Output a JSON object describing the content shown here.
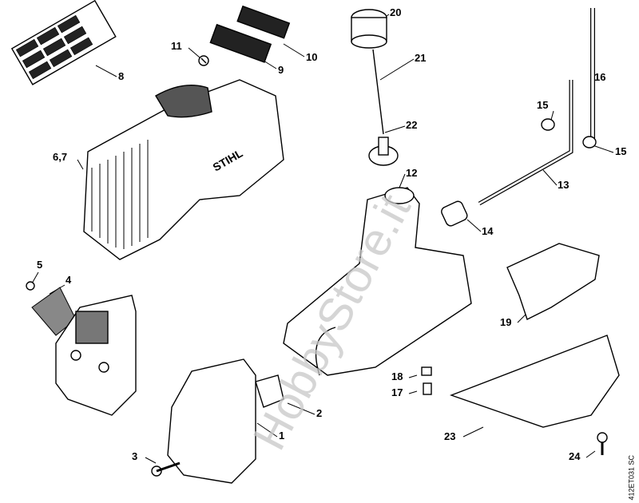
{
  "diagram": {
    "parts": [
      {
        "id": "p20",
        "label": "20"
      },
      {
        "id": "p10",
        "label": "10"
      },
      {
        "id": "p21",
        "label": "21"
      },
      {
        "id": "p11",
        "label": "11"
      },
      {
        "id": "p9",
        "label": "9"
      },
      {
        "id": "p8",
        "label": "8"
      },
      {
        "id": "p16",
        "label": "16"
      },
      {
        "id": "p22",
        "label": "22"
      },
      {
        "id": "p15a",
        "label": "15"
      },
      {
        "id": "p15b",
        "label": "15"
      },
      {
        "id": "p67",
        "label": "6,7"
      },
      {
        "id": "p12",
        "label": "12"
      },
      {
        "id": "p13",
        "label": "13"
      },
      {
        "id": "p14",
        "label": "14"
      },
      {
        "id": "p5",
        "label": "5"
      },
      {
        "id": "p4",
        "label": "4"
      },
      {
        "id": "p19",
        "label": "19"
      },
      {
        "id": "p18",
        "label": "18"
      },
      {
        "id": "p17",
        "label": "17"
      },
      {
        "id": "p2",
        "label": "2"
      },
      {
        "id": "p1",
        "label": "1"
      },
      {
        "id": "p23",
        "label": "23"
      },
      {
        "id": "p3",
        "label": "3"
      },
      {
        "id": "p24",
        "label": "24"
      }
    ],
    "brand_mark": "STIHL",
    "drawing_code": "412ET031 SC",
    "watermark": "HobbyStore.it"
  }
}
